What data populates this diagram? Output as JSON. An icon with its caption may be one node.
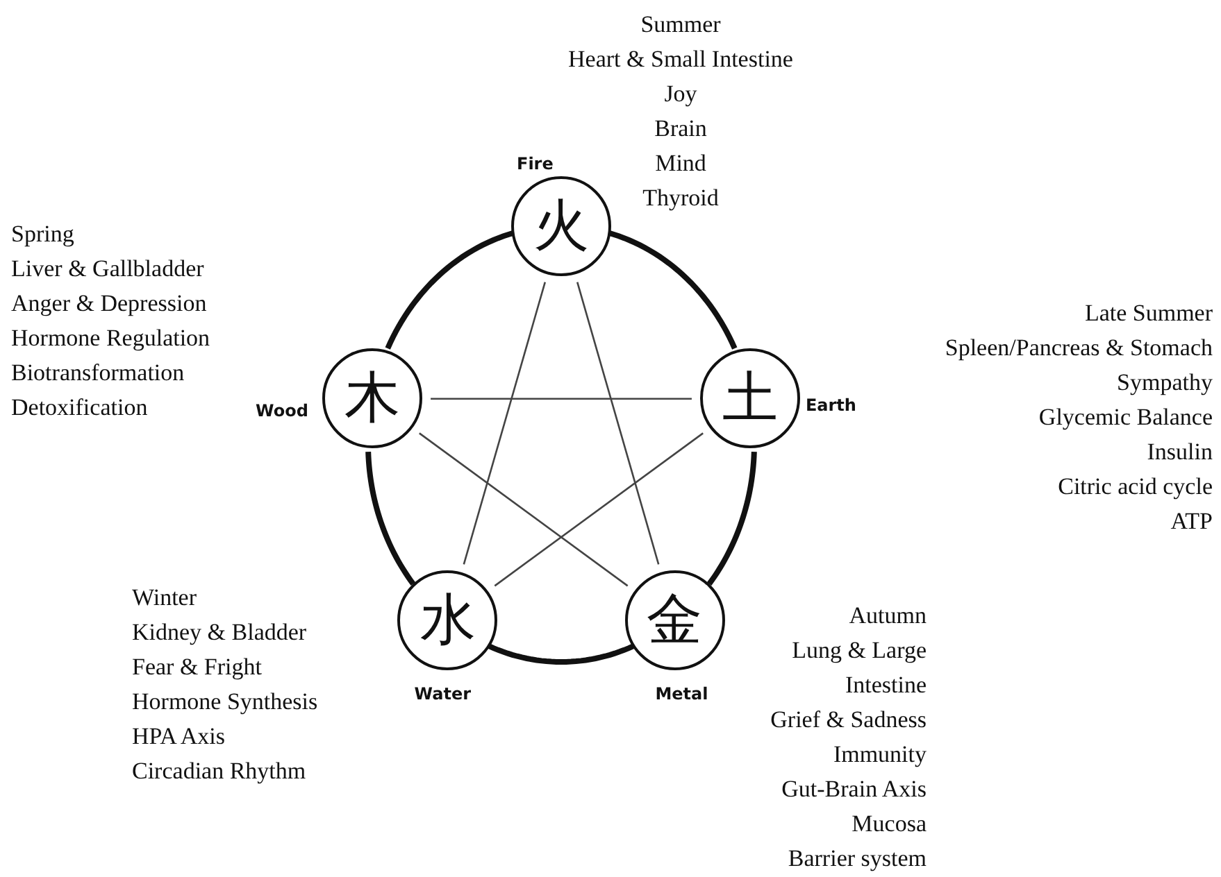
{
  "diagram": {
    "nodes": [
      {
        "text": [
          "火"
        ],
        "beside": [
          "Fire",
          "Summer",
          "Heart & Small Intestine",
          "Joy",
          "Brain",
          "Mind",
          "Thyroid"
        ]
      },
      {
        "text": [
          "土"
        ],
        "beside": [
          "Earth",
          "Late Summer",
          "Spleen/Pancreas & Stomach",
          "Sympathy",
          "Glycemic Balance",
          "Insulin",
          "Citric acid cycle",
          "ATP"
        ]
      },
      {
        "text": [
          "金"
        ],
        "beside": [
          "Metal",
          "Autumn",
          "Lung & Large Intestine",
          "Grief & Sadness",
          "Immunity",
          "Gut-Brain Axis",
          "Mucosa",
          "Barrier system"
        ]
      },
      {
        "text": [
          "水"
        ],
        "beside": [
          "Water",
          "Winter",
          "Kidney & Bladder",
          "Fear & Fright",
          "Hormone Synthesis",
          "HPA Axis",
          "Circadian Rhythm"
        ]
      },
      {
        "text": [
          "木"
        ],
        "beside": [
          "Wood",
          "Spring",
          "Liver & Gallbladder",
          "Anger & Depression",
          "Hormone Regulation",
          "Biotransformation",
          "Detoxification"
        ]
      }
    ],
    "edges": [
      {
        "from": 0,
        "to": 1,
        "arrow": "none",
        "style": "thick"
      },
      {
        "from": 1,
        "to": 2,
        "arrow": "none",
        "style": "thick"
      },
      {
        "from": 2,
        "to": 3,
        "arrow": "none",
        "style": "thick"
      },
      {
        "from": 3,
        "to": 4,
        "arrow": "none",
        "style": "thick"
      },
      {
        "from": 4,
        "to": 0,
        "arrow": "none",
        "style": "thick"
      },
      {
        "from": 0,
        "to": 3,
        "arrow": "none"
      },
      {
        "from": 0,
        "to": 2,
        "arrow": "none"
      },
      {
        "from": 4,
        "to": 1,
        "arrow": "none"
      },
      {
        "from": 4,
        "to": 2,
        "arrow": "none"
      },
      {
        "from": 1,
        "to": 3,
        "arrow": "none"
      }
    ]
  }
}
